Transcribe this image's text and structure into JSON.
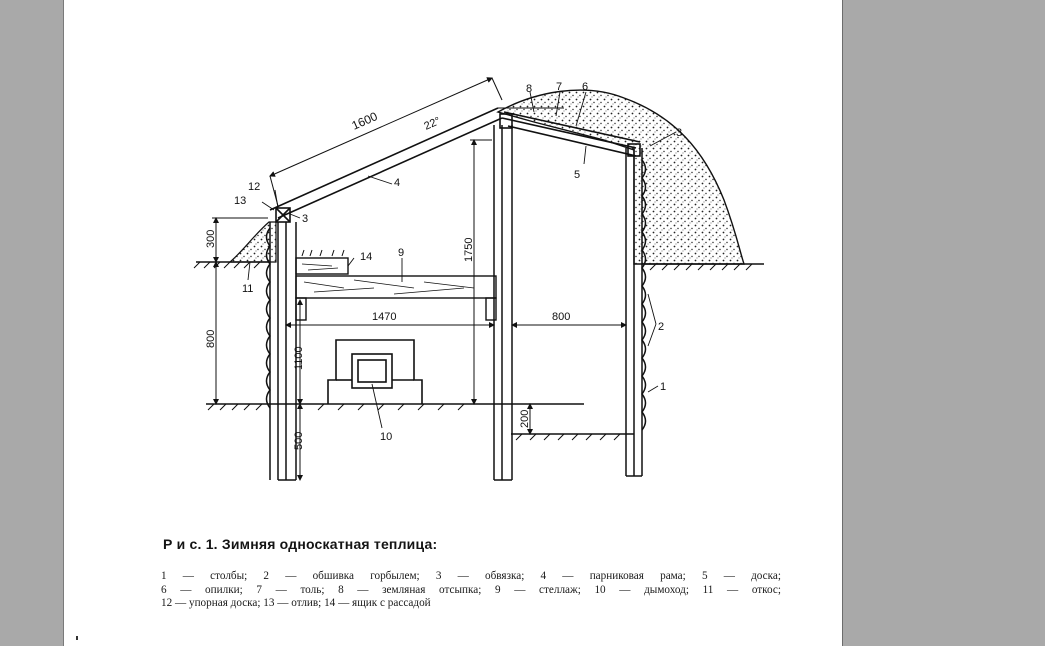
{
  "figure": {
    "caption": "Р и с. 1. Зимняя односкатная теплица:",
    "legend_lines": [
      "1 — столбы; 2 — обшивка горбылем; 3 — обвязка; 4 — парниковая рама; 5 — доска;",
      "6 — опилки; 7 — толь; 8 — земляная отсыпка; 9 — стеллаж; 10 — дымоход; 11 — откос;",
      "12 — упорная доска; 13 — отлив; 14 — ящик с рассадой"
    ],
    "dimensions": {
      "roof_length": "1600",
      "roof_angle": "22°",
      "front_height": "300",
      "wall_height": "800",
      "rear_height": "1750",
      "interior_width": "1470",
      "side_width": "800",
      "shelf_height": "1100",
      "post_depth": "500",
      "floor_drop": "200"
    },
    "callouts": {
      "c1": "1",
      "c2": "2",
      "c3a": "3",
      "c3b": "3",
      "c4": "4",
      "c5": "5",
      "c6": "6",
      "c7": "7",
      "c8": "8",
      "c9": "9",
      "c10": "10",
      "c11": "11",
      "c12": "12",
      "c13": "13",
      "c14": "14"
    }
  }
}
